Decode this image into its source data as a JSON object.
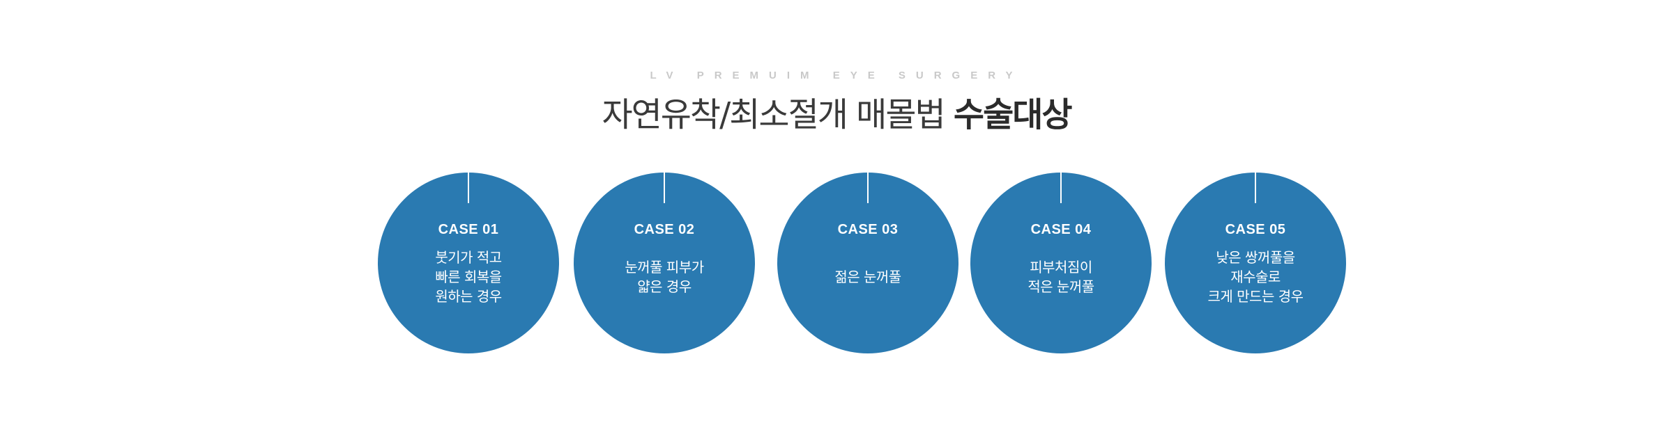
{
  "header": {
    "subtitle": "LV PREMUIM EYE SURGERY",
    "title_light": "자연유착/최소절개 매몰법 ",
    "title_bold": "수술대상"
  },
  "cases": [
    {
      "label": "CASE 01",
      "lines": [
        "붓기가 적고",
        "빠른 회복을",
        "원하는 경우"
      ]
    },
    {
      "label": "CASE 02",
      "lines": [
        "눈꺼풀 피부가",
        "얇은 경우"
      ]
    },
    {
      "label": "CASE 03",
      "lines": [
        "젊은 눈꺼풀"
      ]
    },
    {
      "label": "CASE 04",
      "lines": [
        "피부처짐이",
        "적은 눈꺼풀"
      ]
    },
    {
      "label": "CASE 05",
      "lines": [
        "낮은 쌍꺼풀을",
        "재수술로",
        "크게 만드는 경우"
      ]
    }
  ],
  "colors": {
    "circle": "#2a7ab1",
    "subtitle": "#c9c9c9",
    "title": "#3a3a3a"
  }
}
